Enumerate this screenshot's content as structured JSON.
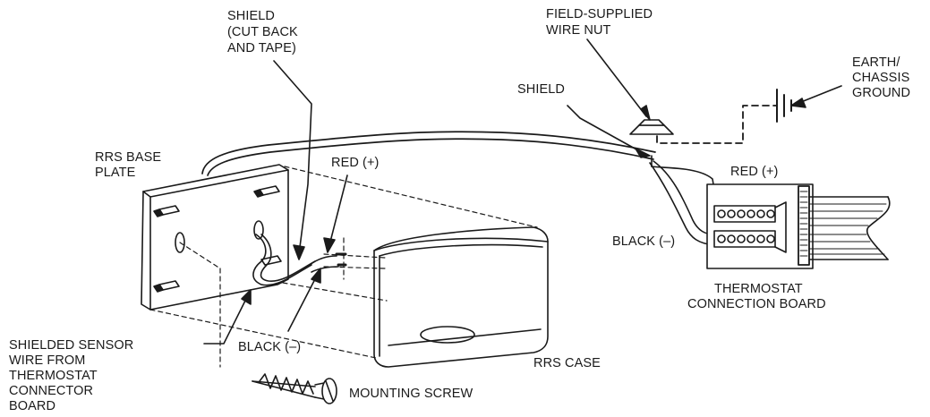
{
  "labels": {
    "shield_cut": [
      "SHIELD",
      "(CUT BACK",
      "AND TAPE)"
    ],
    "wire_nut": [
      "FIELD-SUPPLIED",
      "WIRE NUT"
    ],
    "earth_ground": [
      "EARTH/",
      "CHASSIS",
      "GROUND"
    ],
    "shield": "SHIELD",
    "base_plate": [
      "RRS BASE",
      "PLATE"
    ],
    "red_left": "RED (+)",
    "red_right": "RED (+)",
    "black_right": "BLACK (–)",
    "black_left": "BLACK (–)",
    "thermostat_board": [
      "THERMOSTAT",
      "CONNECTION BOARD"
    ],
    "sensor_wire": [
      "SHIELDED SENSOR",
      "WIRE FROM",
      "THERMOSTAT",
      "CONNECTOR",
      "BOARD"
    ],
    "rrs_case": "RRS CASE",
    "mounting_screw": "MOUNTING SCREW"
  },
  "colors": {
    "line": "#1a1a1a",
    "background": "#ffffff"
  }
}
